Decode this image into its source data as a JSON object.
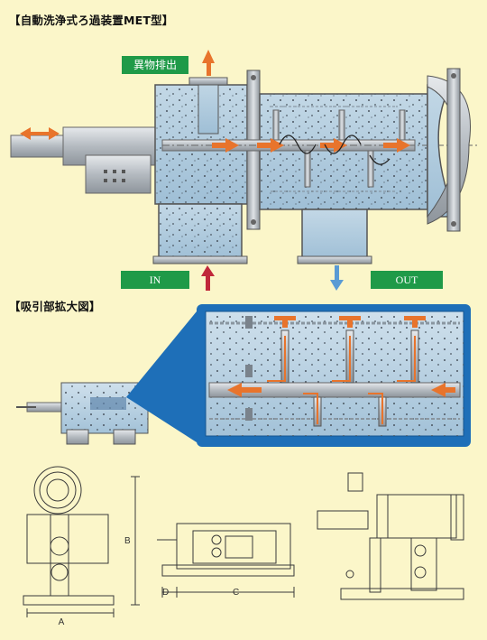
{
  "titles": {
    "main": "【自動洗浄式ろ過装置MET型】",
    "detail": "【吸引部拡大図】"
  },
  "labels": {
    "waste_out": "異物排出",
    "inlet": "IN",
    "outlet": "OUT"
  },
  "dimensions": {
    "a": "A",
    "b": "B",
    "c": "C",
    "d": "D"
  },
  "colors": {
    "background": "#fbf6c9",
    "label_green": "#1f9a48",
    "water_blue": "#a9c7dc",
    "steel": "#b9bec4",
    "arrow_orange": "#e8742c",
    "detail_frame": "#1e6fb8"
  }
}
